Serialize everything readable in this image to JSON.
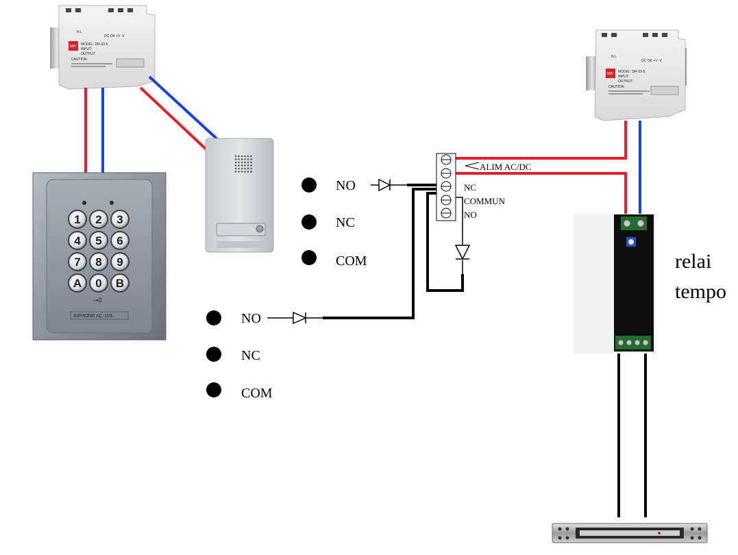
{
  "psu_left": {
    "brand": "MW",
    "model": "MODEL: DR-03-5",
    "input": "INPUT:",
    "output": "OUTPUT:",
    "caution": "CAUTION:",
    "pins_top": "N  L",
    "pins_dc": "DC OK  +V  -V"
  },
  "psu_right": {
    "brand": "MW",
    "model": "MODEL: DR-03-5",
    "input": "INPUT:",
    "output": "OUTPUT:",
    "caution": "CAUTION:",
    "pins_top": "N  L",
    "pins_dc": "DC OK  +V  -V"
  },
  "keypad": {
    "keys": [
      "1",
      "2",
      "3",
      "4",
      "5",
      "6",
      "7",
      "8",
      "9",
      "A",
      "0",
      "B"
    ],
    "brand_plate": "AIPHONE AC-10S",
    "key_symbol": "⊸0"
  },
  "relay_group_1": {
    "no": "NO",
    "nc": "NC",
    "com": "COM"
  },
  "relay_group_2": {
    "no": "NO",
    "nc": "NC",
    "com": "COM"
  },
  "terminal_block": {
    "alim": "ALIM AC/DC",
    "nc": "NC",
    "commun": "COMMUN",
    "no": "NO"
  },
  "timer_relay": {
    "label_line1": "relai",
    "label_line2": "tempo"
  },
  "colors": {
    "positive_wire": "#ee1c25",
    "negative_wire": "#1a3fe6",
    "signal_wire": "#000000"
  }
}
